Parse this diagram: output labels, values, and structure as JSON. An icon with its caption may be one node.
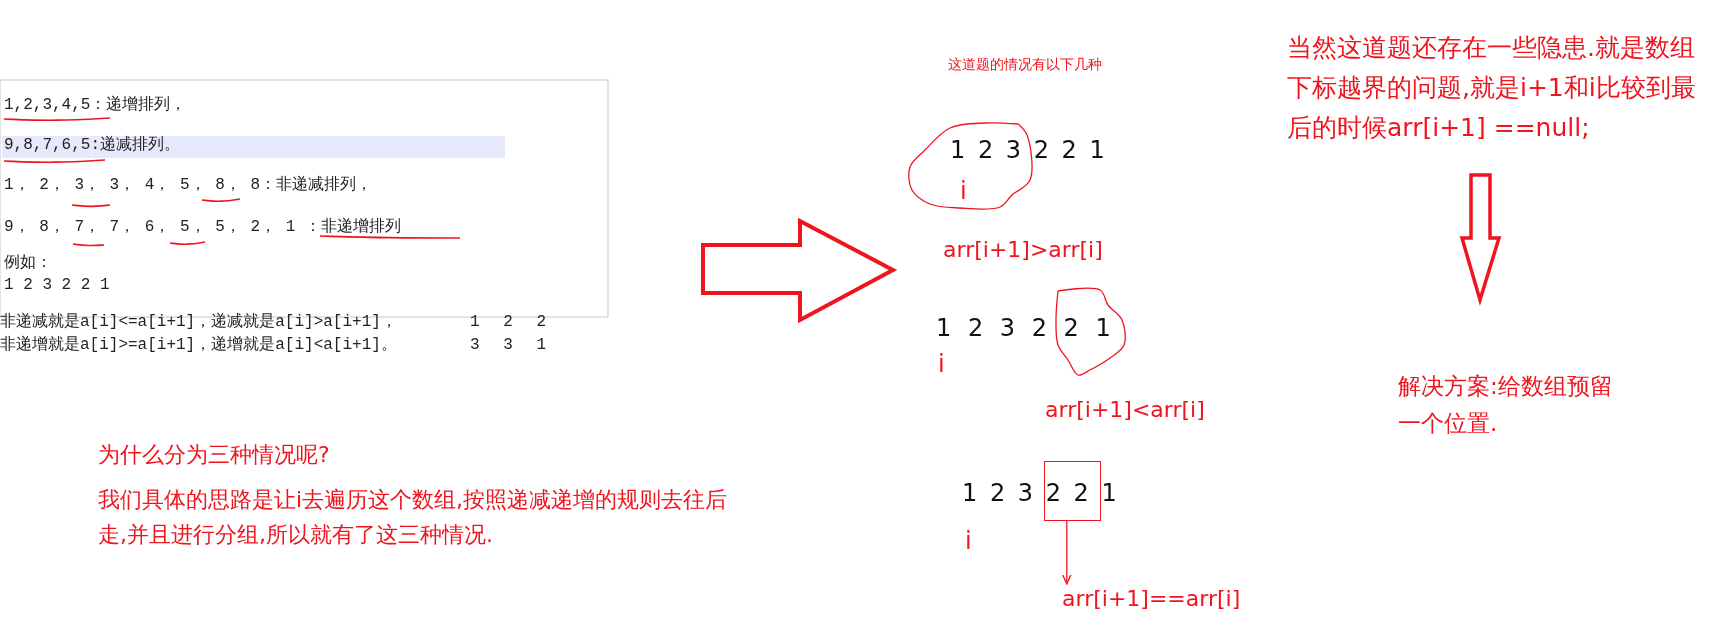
{
  "diagram": {
    "nodes": [
      {
        "text": [],
        "shape": "circle"
      },
      {
        "text": [],
        "shape": "circle"
      },
      {
        "text": [],
        "shape": "box"
      },
      {
        "text": [
          "arr[i+1]==arr[i]"
        ]
      }
    ],
    "edges": [
      {
        "from": 2,
        "to": 3,
        "arrow": "to"
      }
    ],
    "labels": [
      "1,2,3,4,5：递增排列，",
      "9,8,7,6,5:递减排列。",
      "1， 2， 3， 3， 4， 5， 8， 8：非递减排列，",
      "9， 8， 7， 7， 6， 5， 5， 2， 1 ：非递增排列",
      "例如：",
      "1 2 3 2 2 1",
      "非递减就是a[i]<=a[i+1]，递减就是a[i]>a[i+1]，",
      "1 2 2",
      "非递增就是a[i]>=a[i+1]，递增就是a[i]<a[i+1]。",
      "3 3 1",
      "这道题的情况有以下几种",
      "当然这道题还存在一些隐患.就是数组下标越界的问题,就是i+1和i比较到最后的时候arr[i+1] ==null;",
      "1 2 3 2 2 1",
      "i",
      "arr[i+1]>arr[i]",
      "1 2 3 2 2 1",
      "i",
      "arr[i+1]<arr[i]",
      "解决方案:给数组预留一个位置.",
      "为什么分为三种情况呢?",
      "我们具体的思路是让i去遍历这个数组,按照递减递增的规则去往后走,并且进行分组,所以就有了这三种情况.",
      "1 2 3 2 2 1",
      "i"
    ]
  }
}
